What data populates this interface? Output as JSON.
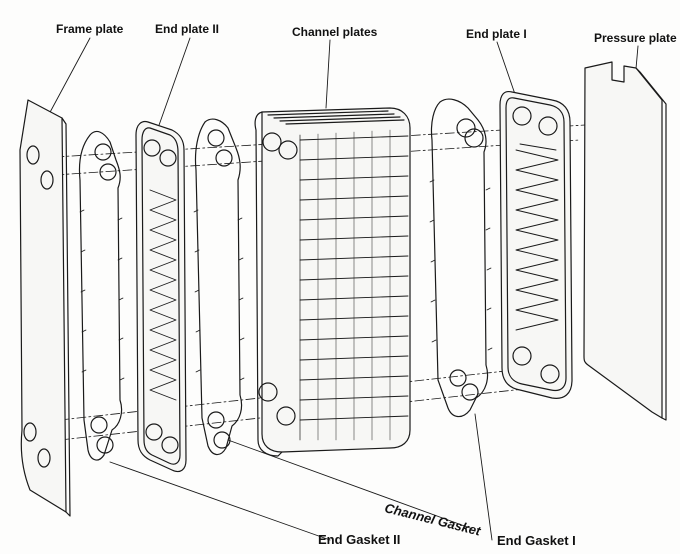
{
  "labels": {
    "frame_plate": "Frame plate",
    "end_plate_2": "End plate II",
    "channel_plates": "Channel plates",
    "end_plate_1": "End plate I",
    "pressure_plate": "Pressure plate",
    "channel_gasket": "Channel Gasket",
    "end_gasket_2": "End Gasket II",
    "end_gasket_1": "End Gasket I"
  },
  "colors": {
    "line": "#1a1a1a",
    "paper": "#fdfdfc",
    "plate_fill": "#f7f7f5"
  }
}
